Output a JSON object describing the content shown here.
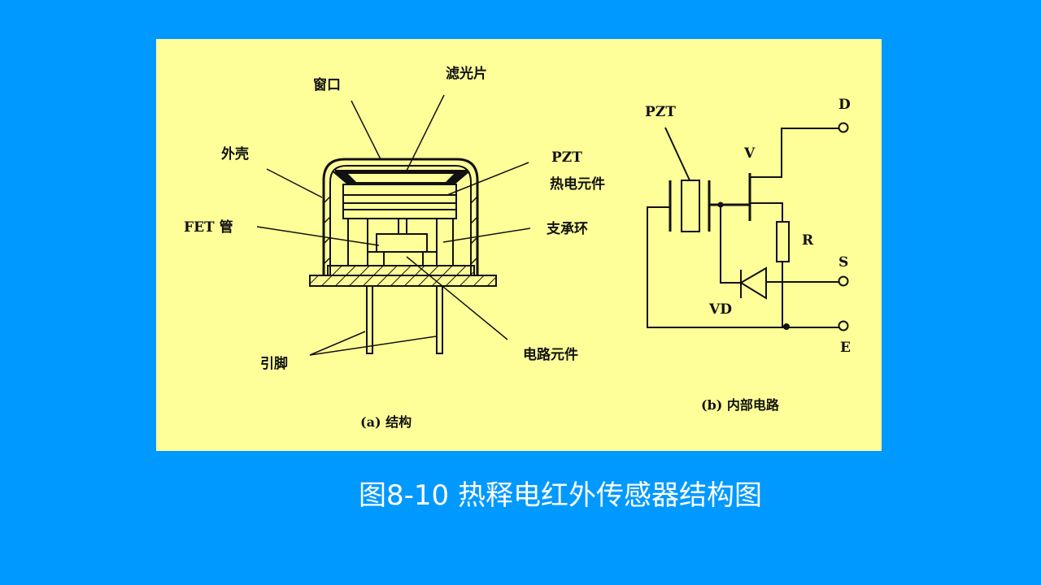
{
  "colors": {
    "background": "#0099FF",
    "panel": "#FFFF99",
    "ink": "#111111",
    "caption": "#FFFFFF"
  },
  "structure": {
    "labels": {
      "window": "窗口",
      "filter": "滤光片",
      "shell": "外壳",
      "pzt": "PZT",
      "pyro_element": "热电元件",
      "fet": "FET 管",
      "support_ring": "支承环",
      "pins": "引脚",
      "circuit_element": "电路元件"
    },
    "caption": "(a) 结构"
  },
  "circuit": {
    "labels": {
      "pzt": "PZT",
      "v": "V",
      "r": "R",
      "vd": "VD",
      "d": "D",
      "s": "S",
      "e": "E"
    },
    "caption": "(b) 内部电路"
  },
  "figure_caption": "图8-10 热释电红外传感器结构图"
}
